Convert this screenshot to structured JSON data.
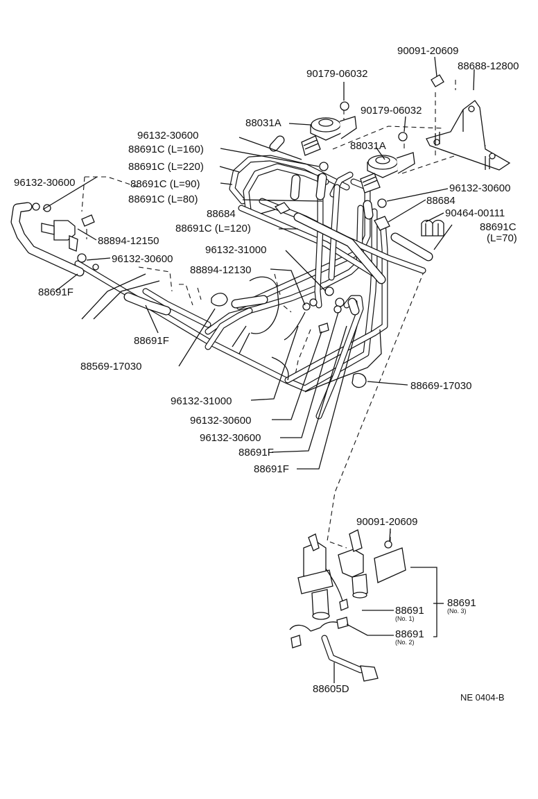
{
  "labels": {
    "p90091_20609_top": "90091-20609",
    "p88688_12800": "88688-12800",
    "p90179_06032_a": "90179-06032",
    "p90179_06032_b": "90179-06032",
    "p88031A_a": "88031A",
    "p88031A_b": "88031A",
    "p96132_30600_a": "96132-30600",
    "p88691C_L160": "88691C (L=160)",
    "p88691C_L220": "88691C (L=220)",
    "p96132_30600_b": "96132-30600",
    "p88691C_L90": "88691C  (L=90)",
    "p96132_30600_c": "96132-30600",
    "p88691C_L80": "88691C (L=80)",
    "p88684_a": "88684",
    "p88684_b": "88684",
    "p90464_00111": "90464-00111",
    "p88691C_L70": "88691C",
    "p88691C_L70_len": "(L=70)",
    "p88691C_L120": "88691C (L=120)",
    "p88894_12150": "88894-12150",
    "p96132_31000_a": "96132-31000",
    "p96132_30600_d": "96132-30600",
    "p88894_12130": "88894-12130",
    "p88691F_a": "88691F",
    "p88691F_b": "88691F",
    "p88569_17030": "88569-17030",
    "p88669_17030": "88669-17030",
    "p96132_31000_b": "96132-31000",
    "p96132_30600_e": "96132-30600",
    "p96132_30600_f": "96132-30600",
    "p88691F_c": "88691F",
    "p88691F_d": "88691F",
    "p90091_20609_bot": "90091-20609",
    "p88691_no1": "88691",
    "p88691_no1_sub": "(No. 1)",
    "p88691_no3": "88691",
    "p88691_no3_sub": "(No. 3)",
    "p88691_no2": "88691",
    "p88691_no2_sub": "(No. 2)",
    "p88605D": "88605D",
    "ref_code": "NE  0404-B"
  }
}
